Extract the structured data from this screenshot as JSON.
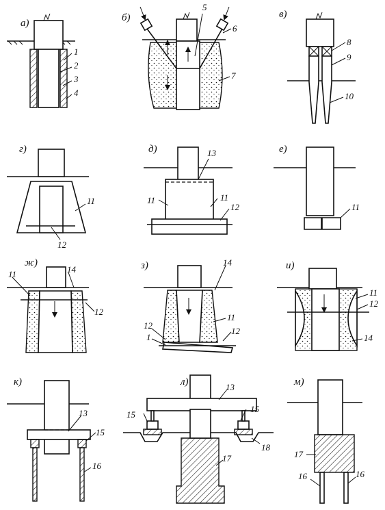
{
  "panels": [
    {
      "id": "a",
      "label": "а)",
      "numbers": [
        "1",
        "2",
        "3",
        "4"
      ]
    },
    {
      "id": "b",
      "label": "б)",
      "numbers": [
        "5",
        "6",
        "7"
      ]
    },
    {
      "id": "v",
      "label": "в)",
      "numbers": [
        "8",
        "9",
        "10"
      ]
    },
    {
      "id": "g",
      "label": "г)",
      "numbers": [
        "11",
        "12"
      ]
    },
    {
      "id": "d",
      "label": "д)",
      "numbers": [
        "13",
        "11",
        "11",
        "12"
      ]
    },
    {
      "id": "e",
      "label": "е)",
      "numbers": [
        "11"
      ]
    },
    {
      "id": "zh",
      "label": "ж)",
      "numbers": [
        "11",
        "14",
        "12"
      ]
    },
    {
      "id": "z",
      "label": "з)",
      "numbers": [
        "14",
        "11",
        "12",
        "1",
        "12"
      ]
    },
    {
      "id": "i",
      "label": "и)",
      "numbers": [
        "11",
        "12",
        "14"
      ]
    },
    {
      "id": "k",
      "label": "к)",
      "numbers": [
        "13",
        "15",
        "16"
      ]
    },
    {
      "id": "l",
      "label": "л)",
      "numbers": [
        "13",
        "15",
        "15",
        "18",
        "17"
      ]
    },
    {
      "id": "m",
      "label": "м)",
      "numbers": [
        "17",
        "16",
        "16"
      ]
    }
  ]
}
